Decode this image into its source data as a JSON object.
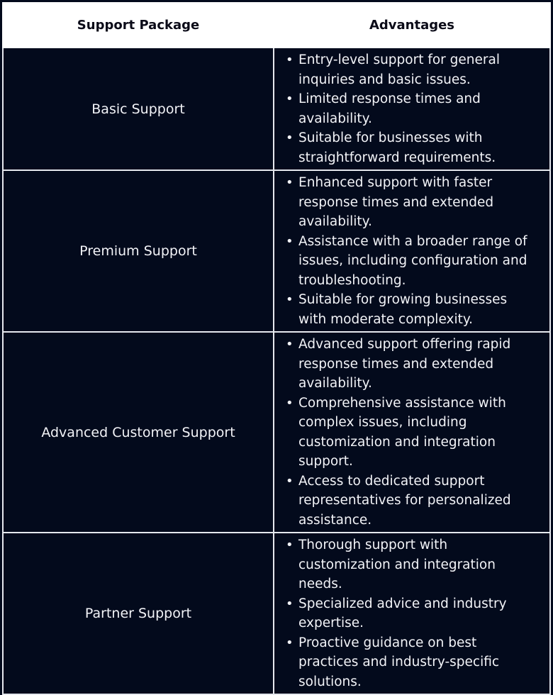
{
  "colors": {
    "background": "#030a1c",
    "header_bg": "#ffffff",
    "border": "#e6e8ee",
    "text": "#f2f3f7"
  },
  "table": {
    "headers": [
      "Support Package",
      "Advantages"
    ],
    "rows": [
      {
        "package": "Basic Support",
        "advantages": [
          [
            "Entry-level support for general",
            "inquiries and basic issues."
          ],
          [
            "Limited response times and",
            "availability."
          ],
          [
            "Suitable for businesses with",
            "straightforward requirements."
          ]
        ]
      },
      {
        "package": "Premium Support",
        "advantages": [
          [
            "Enhanced support with faster",
            "response times and extended",
            "availability."
          ],
          [
            "Assistance with a broader range of",
            "issues, including configuration and",
            "troubleshooting."
          ],
          [
            "Suitable for growing businesses",
            "with moderate complexity."
          ]
        ]
      },
      {
        "package": "Advanced Customer Support",
        "advantages": [
          [
            "Advanced support offering rapid",
            "response times and extended",
            "availability."
          ],
          [
            "Comprehensive assistance with",
            "complex issues, including",
            "customization and integration",
            "support."
          ],
          [
            "Access to dedicated support",
            "representatives for personalized",
            "assistance."
          ]
        ]
      },
      {
        "package": "Partner Support",
        "advantages": [
          [
            "Thorough support with",
            "customization and integration",
            "needs."
          ],
          [
            "Specialized advice and industry",
            "expertise."
          ],
          [
            "Proactive guidance on best",
            "practices and industry-specific",
            "solutions."
          ]
        ]
      }
    ]
  }
}
